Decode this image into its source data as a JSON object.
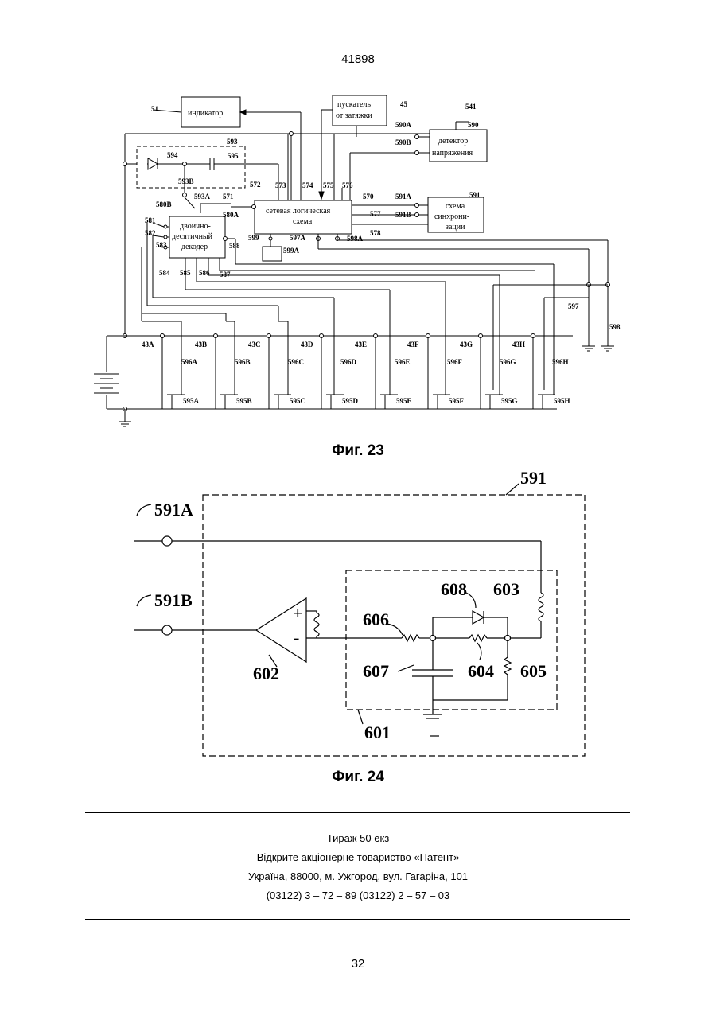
{
  "header": {
    "document_number": "41898"
  },
  "figure23": {
    "caption": "Фиг. 23",
    "blocks": {
      "indicator": "индикатор",
      "starter_line1": "пускатель",
      "starter_line2": "от затяжки",
      "voltage_detector_line1": "детектор",
      "voltage_detector_line2": "напряжения",
      "network_logic_line1": "сетевая логическая",
      "network_logic_line2": "схема",
      "sync_line1": "схема",
      "sync_line2": "синхрони-",
      "sync_line3": "зации",
      "decoder_line1": "двоично-",
      "decoder_line2": "десятичный",
      "decoder_line3": "декодер"
    },
    "labels": {
      "l51": "51",
      "l45": "45",
      "l541": "541",
      "l590": "590",
      "l590A": "590A",
      "l590B": "590B",
      "l593": "593",
      "l594": "594",
      "l595": "595",
      "l593B": "593B",
      "l593A": "593A",
      "l572": "572",
      "l573": "573",
      "l574": "574",
      "l575": "575",
      "l576": "576",
      "l570": "570",
      "l571": "571",
      "l580B": "580B",
      "l580A": "580A",
      "l577": "577",
      "l578": "578",
      "l591": "591",
      "l591A": "591A",
      "l591B": "591B",
      "l581": "581",
      "l582": "582",
      "l583": "583",
      "l588": "588",
      "l599": "599",
      "l599A": "599A",
      "l597A": "597A",
      "l598A": "598A",
      "l584": "584",
      "l585": "585",
      "l586": "586",
      "l587": "587",
      "l597": "597",
      "l598": "598"
    },
    "switches": [
      {
        "top": "43A",
        "mid": "596A",
        "bot": "595A"
      },
      {
        "top": "43B",
        "mid": "596B",
        "bot": "595B"
      },
      {
        "top": "43C",
        "mid": "596C",
        "bot": "595C"
      },
      {
        "top": "43D",
        "mid": "596D",
        "bot": "595D"
      },
      {
        "top": "43E",
        "mid": "596E",
        "bot": "595E"
      },
      {
        "top": "43F",
        "mid": "596F",
        "bot": "595F"
      },
      {
        "top": "43G",
        "mid": "596G",
        "bot": "595G"
      },
      {
        "top": "43H",
        "mid": "596H",
        "bot": "595H"
      }
    ]
  },
  "figure24": {
    "caption": "Фиг. 24",
    "labels": {
      "l591": "591",
      "l591A": "591A",
      "l591B": "591B",
      "l601": "601",
      "l602": "602",
      "l603": "603",
      "l604": "604",
      "l605": "605",
      "l606": "606",
      "l607": "607",
      "l608": "608",
      "plus": "+",
      "minus": "-"
    }
  },
  "footer": {
    "line1": "Тираж 50 екз",
    "line2": "Відкрите акціонерне товариство «Патент»",
    "line3": "Україна, 88000, м. Ужгород, вул. Гагаріна, 101",
    "line4": "(03122) 3 – 72 – 89   (03122) 2 – 57 – 03",
    "page_number": "32"
  }
}
